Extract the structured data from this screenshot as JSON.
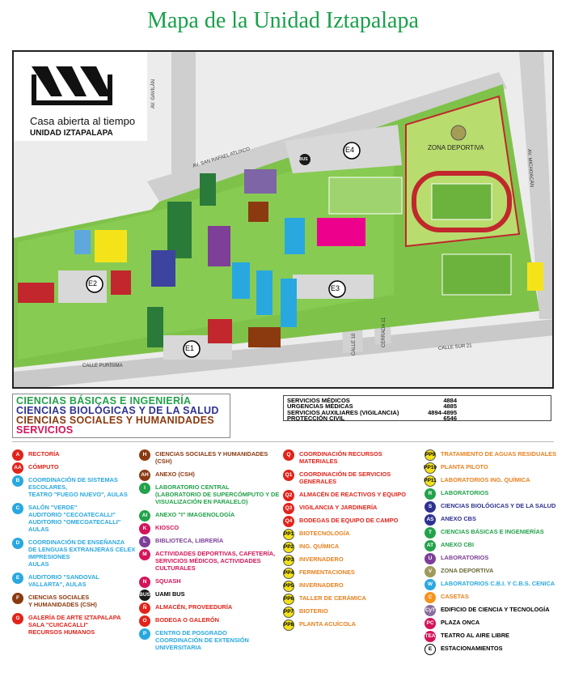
{
  "title": "Mapa de la Unidad Iztapalapa",
  "logo": {
    "line1": "Casa abierta al tiempo",
    "line2": "UNIDAD IZTAPALAPA"
  },
  "streets": {
    "gavilan": "AV. GAVILÁN",
    "atlixco": "AV. SAN RAFAEL ATLIXCO",
    "michoacan": "AV. MICHOACÁN",
    "purisima": "CALLE PURÍSIMA",
    "sur21": "CALLE SUR 21",
    "calle10": "CALLE 10",
    "cerrada11": "CERRADA 11"
  },
  "map_labels": {
    "zona_deportiva": "ZONA DEPORTIVA",
    "bus": "BUS",
    "e1": "E1",
    "e2": "E2",
    "e3": "E3",
    "e4": "E4"
  },
  "divisions": [
    {
      "label": "CIENCIAS BÁSICAS E INGENIERÍA",
      "color": "#22a24a"
    },
    {
      "label": "CIENCIAS BIOLÓGICAS Y DE LA SALUD",
      "color": "#2e3192"
    },
    {
      "label": "CIENCIAS SOCIALES Y HUMANIDADES",
      "color": "#8b3a10"
    },
    {
      "label": "SERVICIOS",
      "color": "#d4145a"
    }
  ],
  "phones": [
    {
      "label": "SERVICIOS MÉDICOS",
      "value": "4884"
    },
    {
      "label": "URGENCIAS MÉDICAS",
      "value": "4885"
    },
    {
      "label": "SERVICIOS AUXILIARES (VIGILANCIA)",
      "value": "4894-4895"
    },
    {
      "label": "PROTECCIÓN CIVIL",
      "value": "6546"
    }
  ],
  "legend_columns": [
    [
      {
        "code": "A",
        "bg": "#e2231a",
        "color": "#e2231a",
        "text": "RECTORÍA"
      },
      {
        "code": "AA",
        "bg": "#e2231a",
        "color": "#e2231a",
        "text": "CÓMPUTO"
      },
      {
        "code": "B",
        "bg": "#29a8e0",
        "color": "#29a8e0",
        "text": "COORDINACIÓN DE SISTEMAS ESCOLARES,\nTEATRO \"FUEGO NUEVO\", AULAS"
      },
      {
        "code": "C",
        "bg": "#29a8e0",
        "color": "#29a8e0",
        "text": "SALÓN \"VERDE\"\nAUDITORIO \"CECOATECALLI\"\nAUDITORIO \"OMECOATECALLI\"\nAULAS"
      },
      {
        "code": "D",
        "bg": "#29a8e0",
        "color": "#29a8e0",
        "text": "COORDINACIÓN DE ENSEÑANZA\nDE LENGUAS EXTRANJERAS CELEX\nIMPRESIONES\nAULAS"
      },
      {
        "code": "E",
        "bg": "#29a8e0",
        "color": "#29a8e0",
        "text": "AUDITORIO \"SANDOVAL\nVALLARTA\", AULAS"
      },
      {
        "code": "F",
        "bg": "#8b3a10",
        "color": "#8b3a10",
        "text": "CIENCIAS SOCIALES\nY HUMANIDADES (CSH)"
      },
      {
        "code": "G",
        "bg": "#e2231a",
        "color": "#e2231a",
        "text": "GALERÍA DE ARTE IZTAPALAPA\nSALA \"CUICACALLI\"\nRECURSOS HUMANOS"
      }
    ],
    [
      {
        "code": "H",
        "bg": "#8b3a10",
        "color": "#8b3a10",
        "text": "CIENCIAS SOCIALES Y HUMANIDADES (CSH)"
      },
      {
        "code": "AH",
        "bg": "#8b3a10",
        "color": "#8b3a10",
        "text": "ANEXO (CSH)"
      },
      {
        "code": "I",
        "bg": "#22a24a",
        "color": "#22a24a",
        "text": "LABORATORIO CENTRAL\n(LABORATORIO DE SUPERCÓMPUTO Y DE\nVISUALIZACIÓN EN PARALELO)"
      },
      {
        "code": "AI",
        "bg": "#22a24a",
        "color": "#22a24a",
        "text": "ANEXO \"I\" IMAGENOLOGÍA"
      },
      {
        "code": "K",
        "bg": "#d4145a",
        "color": "#d4145a",
        "text": "KIOSCO"
      },
      {
        "code": "L",
        "bg": "#7d3f98",
        "color": "#7d3f98",
        "text": "BIBLIOTECA, LIBRERÍA"
      },
      {
        "code": "M",
        "bg": "#d4145a",
        "color": "#d4145a",
        "text": "ACTIVIDADES DEPORTIVAS, CAFETERÍA,\nSERVICIOS MÉDICOS, ACTIVIDADES\nCULTURALES"
      },
      {
        "code": "N",
        "bg": "#d4145a",
        "color": "#d4145a",
        "text": "SQUASH"
      },
      {
        "code": "BUS",
        "bg": "#1a1a1a",
        "color": "#000000",
        "text": "UAMI BUS"
      },
      {
        "code": "Ñ",
        "bg": "#e2231a",
        "color": "#e2231a",
        "text": "ALMACÉN, PROVEEDURÍA"
      },
      {
        "code": "O",
        "bg": "#e2231a",
        "color": "#e2231a",
        "text": "BODEGA O GALERÓN"
      },
      {
        "code": "P",
        "bg": "#29a8e0",
        "color": "#29a8e0",
        "text": "CENTRO DE POSGRADO\nCOORDINACIÓN DE EXTENSIÓN UNIVERSITARIA"
      }
    ],
    [
      {
        "code": "Q",
        "bg": "#e2231a",
        "color": "#e2231a",
        "text": "COORDINACIÓN RECURSOS MATERIALES"
      },
      {
        "code": "Q1",
        "bg": "#e2231a",
        "color": "#e2231a",
        "text": "COORDINACIÓN DE SERVICIOS GENERALES"
      },
      {
        "code": "Q2",
        "bg": "#e2231a",
        "color": "#e2231a",
        "text": "ALMACÉN DE REACTIVOS Y EQUIPO"
      },
      {
        "code": "Q3",
        "bg": "#e2231a",
        "color": "#e2231a",
        "text": "VIGILANCIA Y JARDINERÍA"
      },
      {
        "code": "Q4",
        "bg": "#e2231a",
        "color": "#e2231a",
        "text": "BODEGAS DE EQUIPO DE CAMPO"
      },
      {
        "code": "PP1",
        "bg": "ppy",
        "color": "#e8811f",
        "text": "BIOTECNOLOGÍA"
      },
      {
        "code": "PP2",
        "bg": "ppy",
        "color": "#e8811f",
        "text": "ING. QUÍMICA"
      },
      {
        "code": "PP3",
        "bg": "ppy",
        "color": "#e8811f",
        "text": "INVERNADERO"
      },
      {
        "code": "PP4",
        "bg": "ppy",
        "color": "#e8811f",
        "text": "FERMENTACIONES"
      },
      {
        "code": "PP5",
        "bg": "ppy",
        "color": "#e8811f",
        "text": "INVERNADERO"
      },
      {
        "code": "PP6",
        "bg": "ppy",
        "color": "#e8811f",
        "text": "TALLER DE CERÁMICA"
      },
      {
        "code": "PP7",
        "bg": "ppy",
        "color": "#e8811f",
        "text": "BIOTERIO"
      },
      {
        "code": "PP8",
        "bg": "ppy",
        "color": "#e8811f",
        "text": "PLANTA ACUÍCOLA"
      }
    ],
    [
      {
        "code": "PP9",
        "bg": "ppy",
        "color": "#e8811f",
        "text": "TRATAMIENTO DE AGUAS RESIDUALES"
      },
      {
        "code": "PP10",
        "bg": "ppy",
        "color": "#e8811f",
        "text": "PLANTA PILOTO"
      },
      {
        "code": "PP11",
        "bg": "ppy",
        "color": "#e8811f",
        "text": "LABORATORIOS ING. QUÍMICA"
      },
      {
        "code": "R",
        "bg": "#22a24a",
        "color": "#22a24a",
        "text": "LABORATORIOS"
      },
      {
        "code": "S",
        "bg": "#2e3192",
        "color": "#2e3192",
        "text": "CIENCIAS BIOLÓGICAS Y DE LA SALUD"
      },
      {
        "code": "AS",
        "bg": "#2e3192",
        "color": "#2e3192",
        "text": "ANEXO CBS"
      },
      {
        "code": "T",
        "bg": "#22a24a",
        "color": "#22a24a",
        "text": "CIENCIAS BÁSICAS E INGENIERÍAS"
      },
      {
        "code": "AT",
        "bg": "#22a24a",
        "color": "#22a24a",
        "text": "ANEXO CBI"
      },
      {
        "code": "U",
        "bg": "#7d3f98",
        "color": "#7d3f98",
        "text": "LABORATORIOS"
      },
      {
        "code": "V",
        "bg": "#9e9a5a",
        "color": "#6b6a3a",
        "text": "ZONA DEPORTIVA"
      },
      {
        "code": "W",
        "bg": "#29a8e0",
        "color": "#29a8e0",
        "text": "LABORATORIOS C.B.I. Y C.B.S. CENICA"
      },
      {
        "code": "C",
        "bg": "#f7941d",
        "color": "#e8811f",
        "text": "CASETAS"
      },
      {
        "code": "CyT",
        "bg": "#8a6e9e",
        "color": "#000000",
        "text": "EDIFICIO DE CIENCIA Y TECNOLOGÍA"
      },
      {
        "code": "PC",
        "bg": "#d4145a",
        "color": "#000000",
        "text": "PLAZA ONCA"
      },
      {
        "code": "TEA",
        "bg": "#d4145a",
        "color": "#000000",
        "text": "TEATRO AL AIRE LIBRE"
      },
      {
        "code": "E",
        "bg": "out",
        "color": "#000000",
        "text": "ESTACIONAMIENTOS"
      }
    ]
  ]
}
